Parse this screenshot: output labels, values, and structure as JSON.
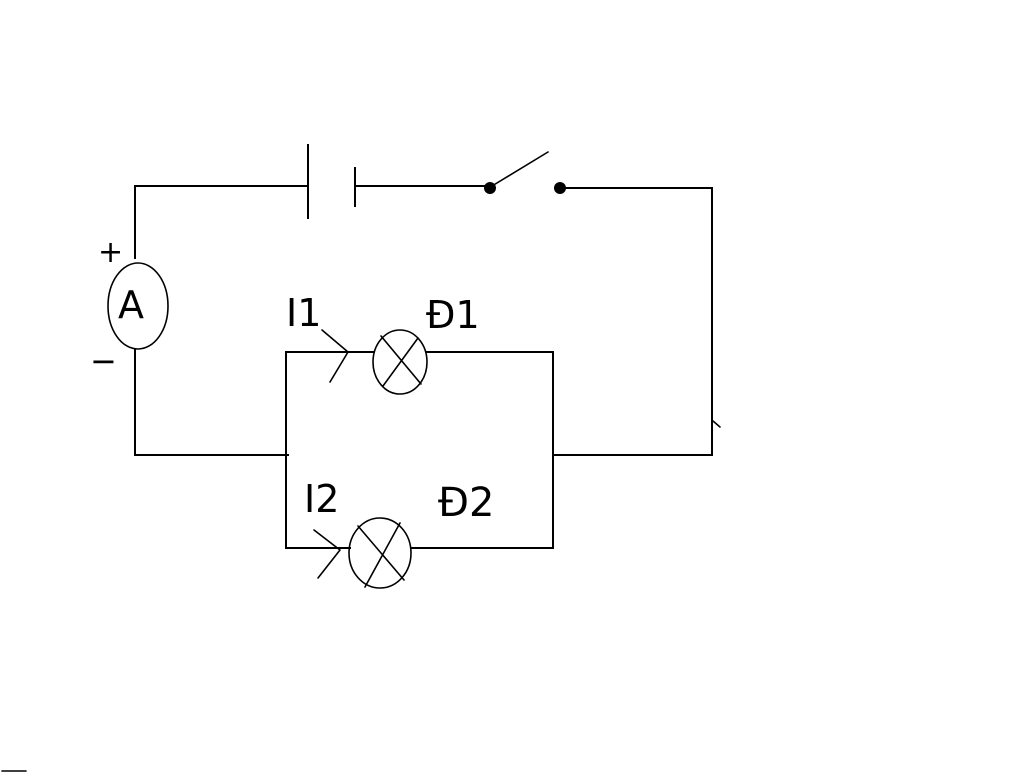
{
  "circuit": {
    "ammeter": {
      "symbol": "A",
      "plus": "+",
      "minus": "−"
    },
    "branch1": {
      "current": "I1",
      "bulb": "Đ1"
    },
    "branch2": {
      "current": "I2",
      "bulb": "Đ2"
    },
    "ink_color": "#000000",
    "background": "#ffffff",
    "components": [
      "battery-icon",
      "switch-icon",
      "ammeter-icon",
      "lamp-icon",
      "lamp-icon"
    ]
  }
}
